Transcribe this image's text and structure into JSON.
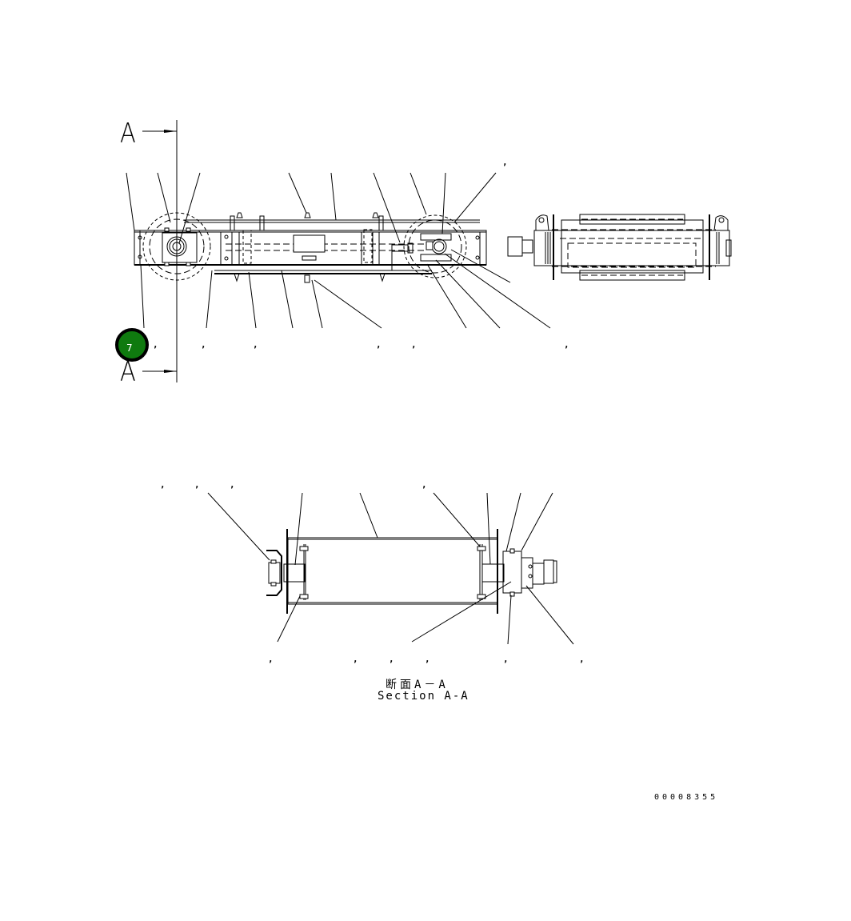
{
  "drawing": {
    "type": "engineering parts diagram",
    "section_marker_top": "A",
    "section_marker_bottom": "A",
    "badge": {
      "number": "7",
      "color": "#0f7a0f"
    },
    "callout_separator": ",",
    "section_caption_jp": "断面A－A",
    "section_caption_en": "Section A-A",
    "document_number": "00008355"
  }
}
